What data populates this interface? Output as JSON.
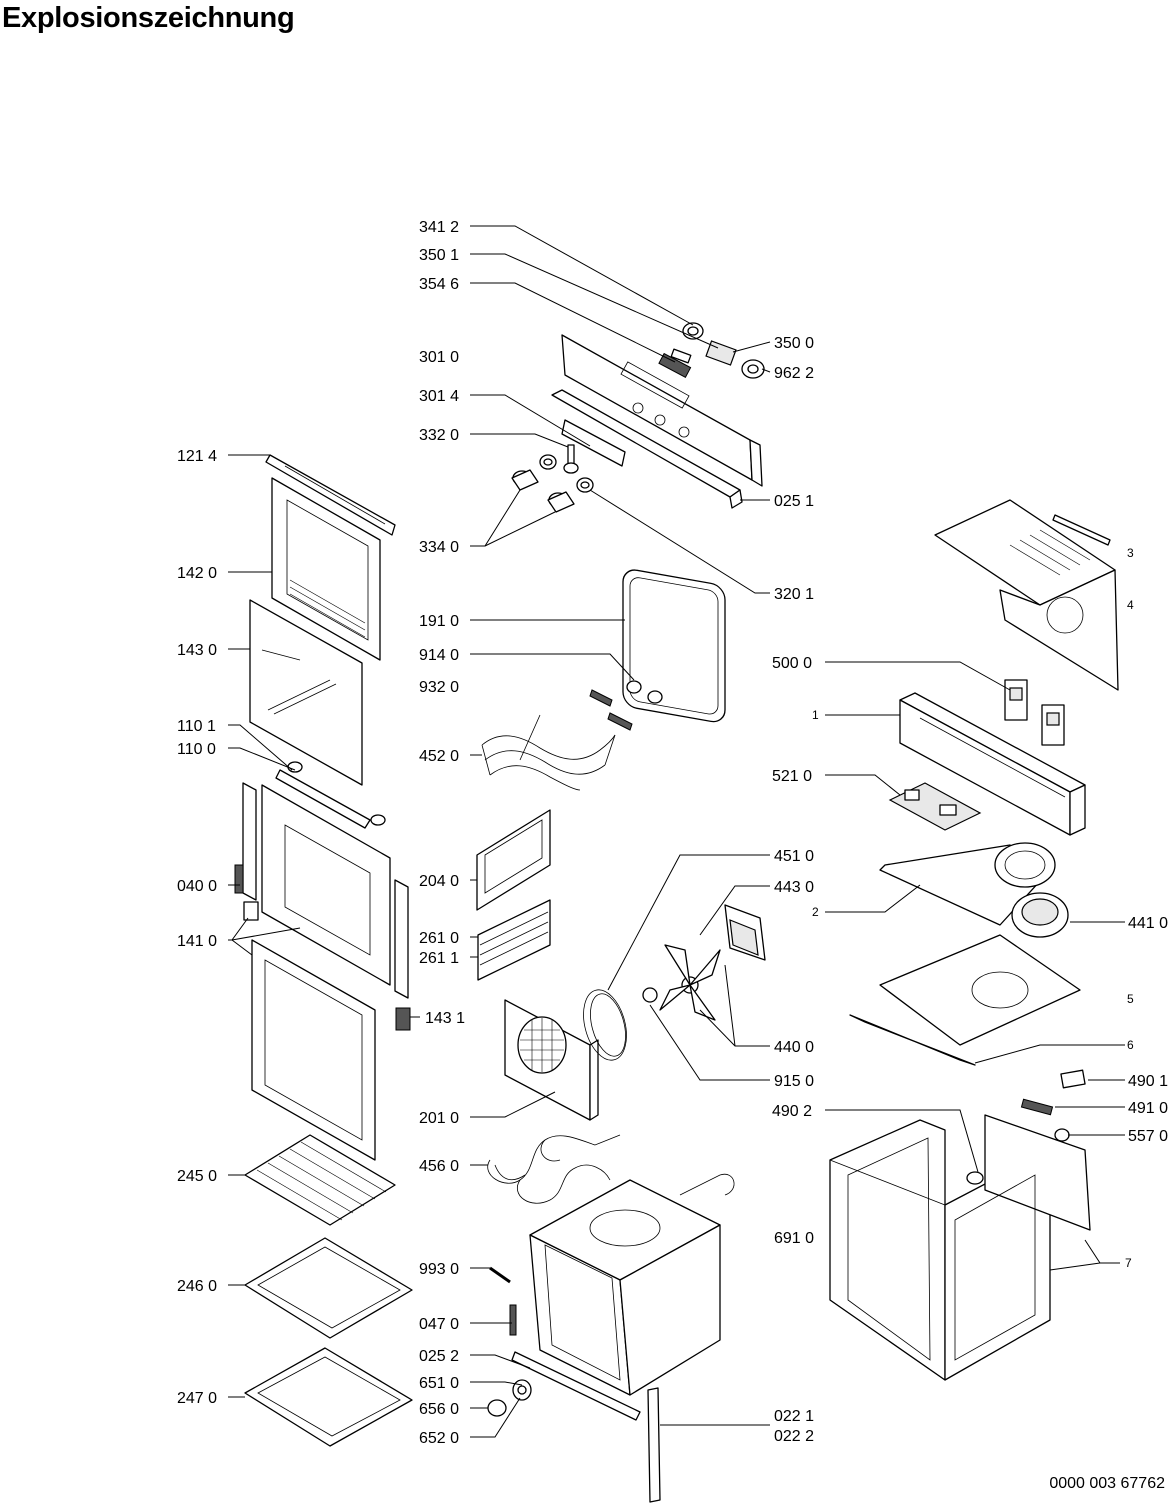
{
  "title": "Explosionszeichnung",
  "document_number": "0000 003 67762",
  "part_labels": [
    "341 2",
    "350 1",
    "354 6",
    "350 0",
    "962 2",
    "301 0",
    "301 4",
    "332 0",
    "025 1",
    "334 0",
    "320 1",
    "121 4",
    "142 0",
    "143 0",
    "191 0",
    "914 0",
    "932 0",
    "110 1",
    "110 0",
    "452 0",
    "500 0",
    "1",
    "521 0",
    "3",
    "4",
    "451 0",
    "443 0",
    "2",
    "441 0",
    "040 0",
    "141 0",
    "204 0",
    "261 0",
    "261 1",
    "143 1",
    "5",
    "440 0",
    "6",
    "915 0",
    "201 0",
    "490 1",
    "490 2",
    "491 0",
    "557 0",
    "456 0",
    "245 0",
    "691 0",
    "7",
    "246 0",
    "993 0",
    "047 0",
    "025 2",
    "651 0",
    "247 0",
    "656 0",
    "652 0",
    "022 1",
    "022 2"
  ]
}
